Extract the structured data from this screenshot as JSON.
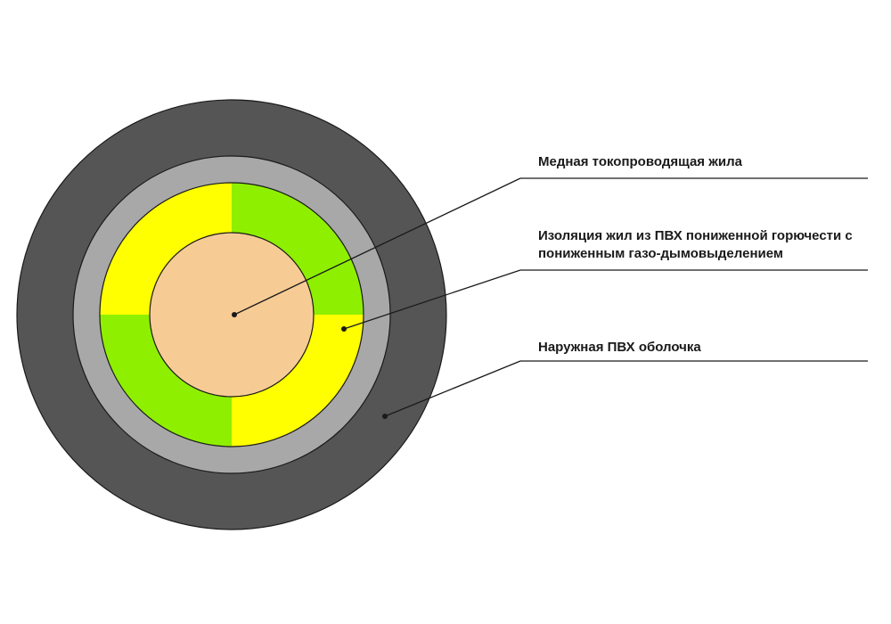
{
  "labels": {
    "conductor": "Медная токопроводящая жила",
    "insulation_line1": "Изоляция жил из ПВХ пониженной горючести с",
    "insulation_line2": "пониженным газо-дымовыделением",
    "sheath": "Наружная ПВХ оболочка"
  },
  "colors": {
    "outer_sheath": "#555555",
    "filler_ring": "#a8a8a8",
    "insulation_yellow": "#ffff00",
    "insulation_green": "#8ef000",
    "copper_core": "#f7cc94",
    "outline": "#1a1a1a"
  }
}
